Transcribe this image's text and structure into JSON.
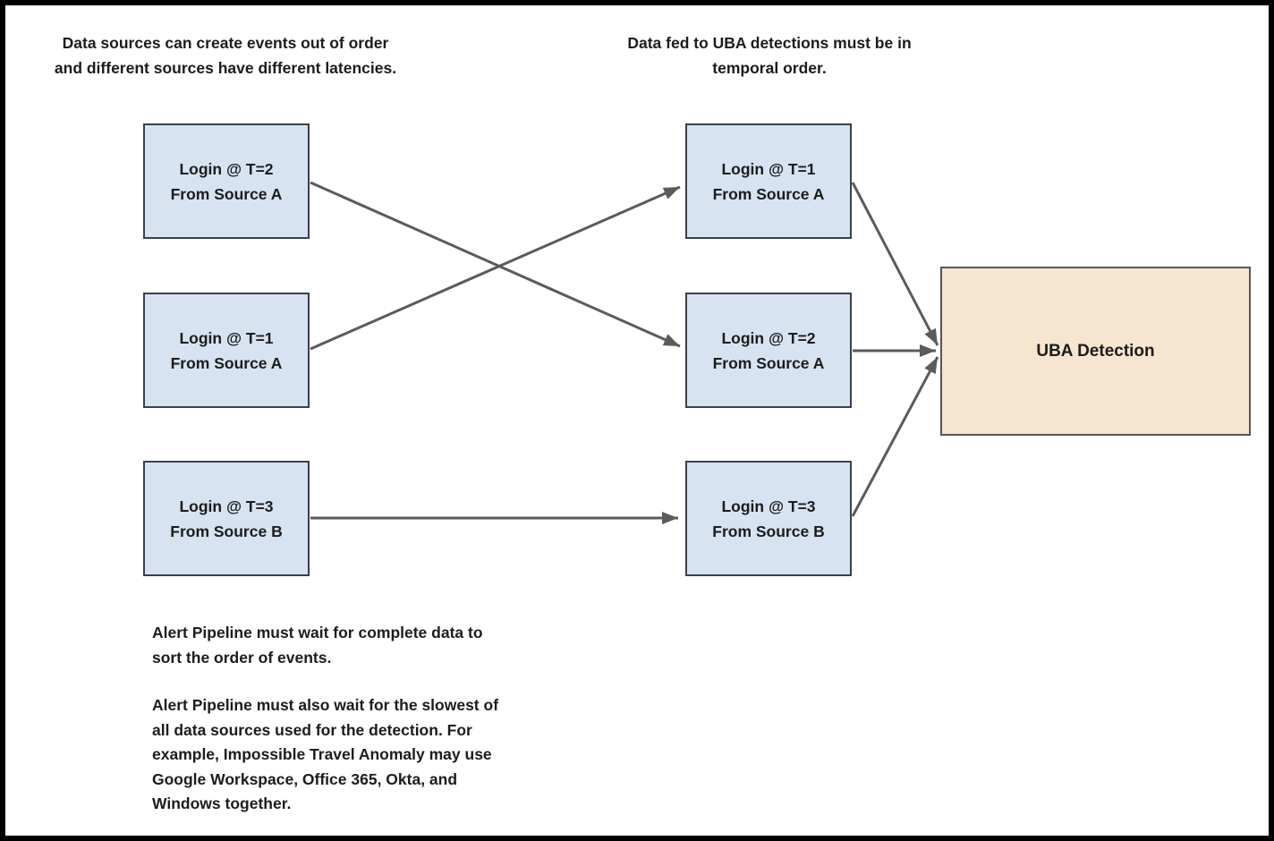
{
  "captions": {
    "top_left": {
      "lines": [
        "Data sources can create events out of order",
        "and different sources have different latencies."
      ]
    },
    "top_right": {
      "lines": [
        "Data fed to UBA detections must be in",
        "temporal order."
      ]
    }
  },
  "left_boxes": [
    {
      "lines": [
        "Login @ T=2",
        "From Source A"
      ]
    },
    {
      "lines": [
        "Login @ T=1",
        "From Source A"
      ]
    },
    {
      "lines": [
        "Login @ T=3",
        "From Source B"
      ]
    }
  ],
  "middle_boxes": [
    {
      "lines": [
        "Login @ T=1",
        "From Source A"
      ]
    },
    {
      "lines": [
        "Login @ T=2",
        "From Source A"
      ]
    },
    {
      "lines": [
        "Login @ T=3",
        "From Source B"
      ]
    }
  ],
  "detection_box": {
    "label": "UBA Detection"
  },
  "notes": {
    "paragraph1": {
      "lines": [
        "Alert Pipeline must wait for complete data to",
        "sort the order of events."
      ]
    },
    "paragraph2": {
      "lines": [
        "Alert Pipeline must also wait for the slowest of",
        "all data sources used for the detection. For",
        "example, Impossible Travel Anomaly may use",
        "Google Workspace, Office 365, Okta, and",
        "Windows together."
      ]
    }
  },
  "colors": {
    "event_box_fill": "#d7e3f1",
    "event_box_border": "#39404b",
    "detection_box_fill": "#f6e5d0",
    "detection_box_border": "#565656",
    "arrow": "#5b5b5b",
    "text": "#1c1c1c",
    "frame_border": "#000000"
  }
}
